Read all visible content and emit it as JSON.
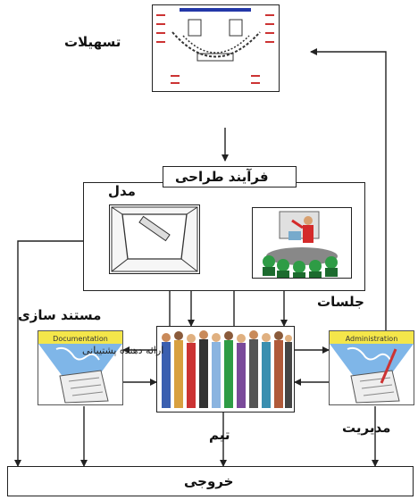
{
  "labels": {
    "facilities": "تسهیلات",
    "design_process": "فرآیند طراحی",
    "model": "مدل",
    "sessions": "جلسات",
    "documentation": "مستند سازی",
    "support_provider": "ارائه دهنده پشتیبانی",
    "team": "تیم",
    "management": "مدیریت",
    "output": "خروجی"
  },
  "image_captions": {
    "documentation_banner": "Documentation",
    "administration_banner": "Administration"
  },
  "colors": {
    "line": "#222222",
    "banner_yellow": "#f4e64a",
    "map_blue": "#7fb6e8",
    "screen_green": "#2e9c45",
    "presenter_red": "#d42a2a",
    "room_blue": "#2438a8"
  }
}
